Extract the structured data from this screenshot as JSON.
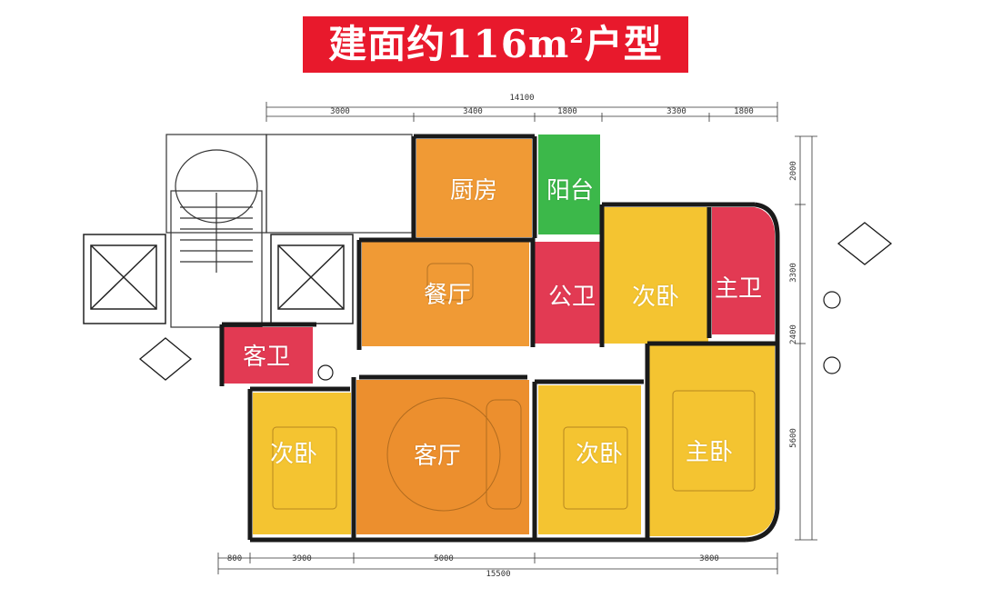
{
  "title": {
    "main": "建面约116㎡户型"
  },
  "colors": {
    "title_bg": "#e8192c",
    "bedroom": "#f4c431",
    "living": "#ec8f2e",
    "kitchen": "#f09a35",
    "balcony": "#3cb84a",
    "bathroom": "#e23a53",
    "wall": "#1a1a1a"
  },
  "rooms": {
    "kitchen": "厨房",
    "balcony": "阳台",
    "dining": "餐厅",
    "public_bath": "公卫",
    "second_bedroom_top": "次卧",
    "master_bath": "主卫",
    "guest_bath": "客卫",
    "second_bedroom_left": "次卧",
    "living": "客厅",
    "second_bedroom_mid": "次卧",
    "master_bedroom": "主卧"
  },
  "dimensions": {
    "top_total": "14100",
    "top_seg1": "3000",
    "top_seg2": "3400",
    "top_seg3": "1800",
    "top_seg4": "3300",
    "top_seg5": "1800",
    "bottom_total": "15500",
    "bottom_seg1": "800",
    "bottom_seg2": "3900",
    "bottom_seg3": "5000",
    "bottom_seg4": "3800",
    "right_seg1": "2000",
    "right_seg2": "3300",
    "right_seg3": "2400",
    "right_seg4": "5600"
  }
}
